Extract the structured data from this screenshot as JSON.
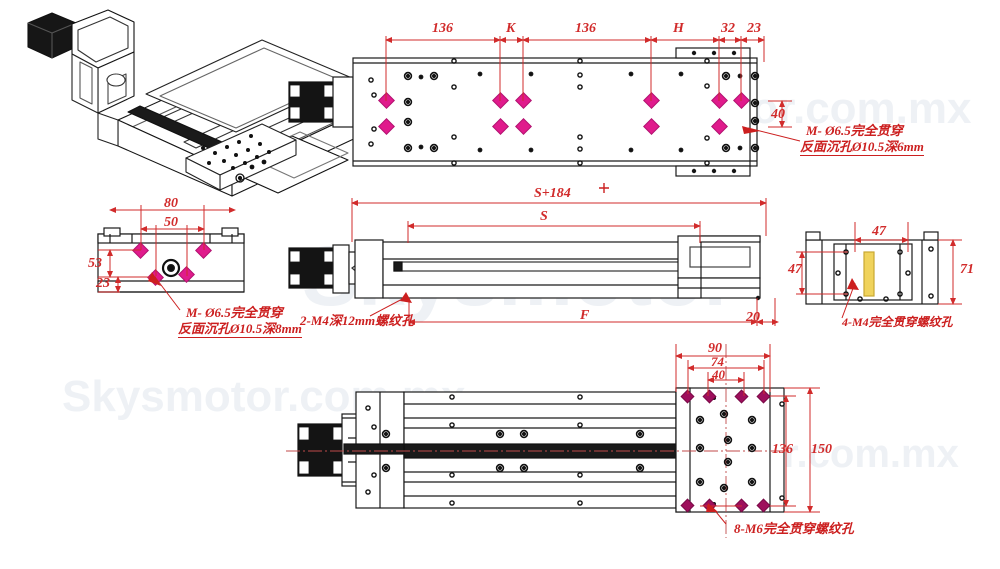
{
  "drawing": {
    "title": "Linear Actuator / Motorized Linear Stage Dimensional Drawing",
    "accent_dimension_color": "#d12b2b",
    "highlight_hole_color": "#e01b8c",
    "line_color": "#1a1a1a",
    "watermark_color": "#eef1f5"
  },
  "watermarks": [
    {
      "id": "wm1",
      "text": "Skysmotor.com.mx"
    },
    {
      "id": "wm2",
      "text": "Skysmotor"
    },
    {
      "id": "wm3",
      "text": "Skysmotor.com.mx"
    },
    {
      "id": "wm4",
      "text": "Skysmotor.com.mx"
    },
    {
      "id": "wm5",
      "text": "Skysmotor.com.mx"
    }
  ],
  "views": {
    "iso": {
      "name": "isometric-3d-view"
    },
    "top": {
      "name": "top-plan-view"
    },
    "left_end": {
      "name": "left-end-view"
    },
    "side": {
      "name": "front-side-view"
    },
    "right_end": {
      "name": "right-end-view"
    },
    "bottom": {
      "name": "bottom-plan-view"
    }
  },
  "dimensions": {
    "top_view": [
      {
        "id": "t1",
        "label": "136"
      },
      {
        "id": "t2",
        "label": "K"
      },
      {
        "id": "t3",
        "label": "136"
      },
      {
        "id": "t4",
        "label": "H"
      },
      {
        "id": "t5",
        "label": "32"
      },
      {
        "id": "t6",
        "label": "23"
      },
      {
        "id": "t7",
        "label": "40"
      }
    ],
    "left_end_view": [
      {
        "id": "l1",
        "label": "80"
      },
      {
        "id": "l2",
        "label": "50"
      },
      {
        "id": "l3",
        "label": "53"
      },
      {
        "id": "l4",
        "label": "23"
      }
    ],
    "side_view": [
      {
        "id": "s1",
        "label": "S+184"
      },
      {
        "id": "s2",
        "label": "S"
      },
      {
        "id": "s3",
        "label": "F"
      },
      {
        "id": "s4",
        "label": "20"
      }
    ],
    "right_end_view": [
      {
        "id": "r1",
        "label": "47"
      },
      {
        "id": "r2",
        "label": "47"
      },
      {
        "id": "r3",
        "label": "71"
      }
    ],
    "bottom_view": [
      {
        "id": "b1",
        "label": "90"
      },
      {
        "id": "b2",
        "label": "74"
      },
      {
        "id": "b3",
        "label": "40"
      },
      {
        "id": "b4",
        "label": "136"
      },
      {
        "id": "b5",
        "label": "150"
      }
    ]
  },
  "notes": {
    "top_right": {
      "line1": "M- Ø6.5完全贯穿",
      "line2": "反面沉孔Ø10.5深6mm"
    },
    "left_end": {
      "line1": "M- Ø6.5完全贯穿",
      "line2": "反面沉孔Ø10.5深8mm"
    },
    "side_view": {
      "line1": "2-M4深12mm螺纹孔"
    },
    "right_end": {
      "line1": "4-M4完全贯穿螺纹孔"
    },
    "bottom_view": {
      "line1": "8-M6完全贯穿螺纹孔"
    }
  }
}
